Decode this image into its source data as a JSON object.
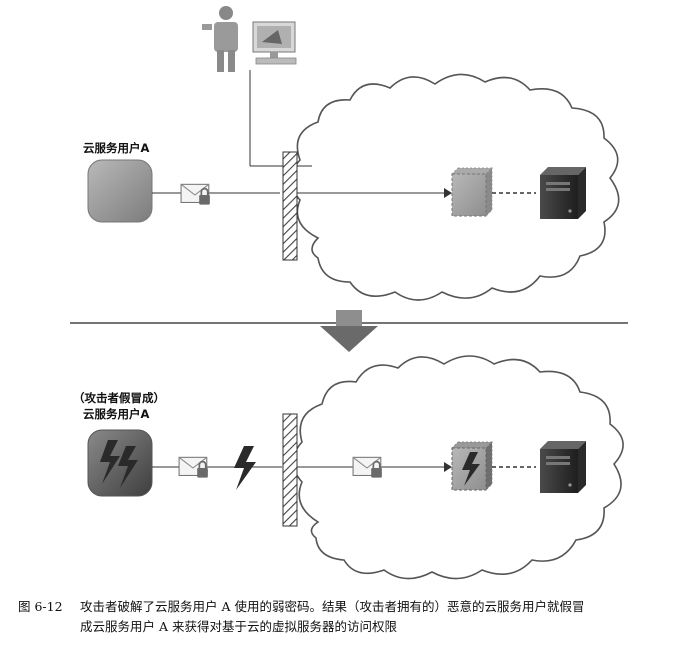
{
  "labels": {
    "cloud_user_a": "云服务用户A",
    "attacker_line1": "（攻击者假冒成）",
    "attacker_line2": "云服务用户A"
  },
  "caption": {
    "figure_number": "图 6-12",
    "line1": "攻击者破解了云服务用户 A 使用的弱密码。结果（攻击者拥有的）恶意的云服务用户就假冒",
    "line2": "成云服务用户 A 来获得对基于云的虚拟服务器的访问权限"
  },
  "colors": {
    "user_a_box": "#8a8a8a",
    "attacker_box": "#5a5a5a",
    "lightning": "#2a2a2a",
    "arrow": "#555555",
    "cloud_stroke": "#555555"
  },
  "icons": {
    "admin": "person-computer-icon",
    "message": "envelope-lock-icon",
    "attack": "lightning-icon",
    "firewall": "firewall-icon",
    "virtual_server": "virtual-server-icon",
    "physical_server": "physical-server-icon",
    "transition": "down-arrow-icon"
  }
}
